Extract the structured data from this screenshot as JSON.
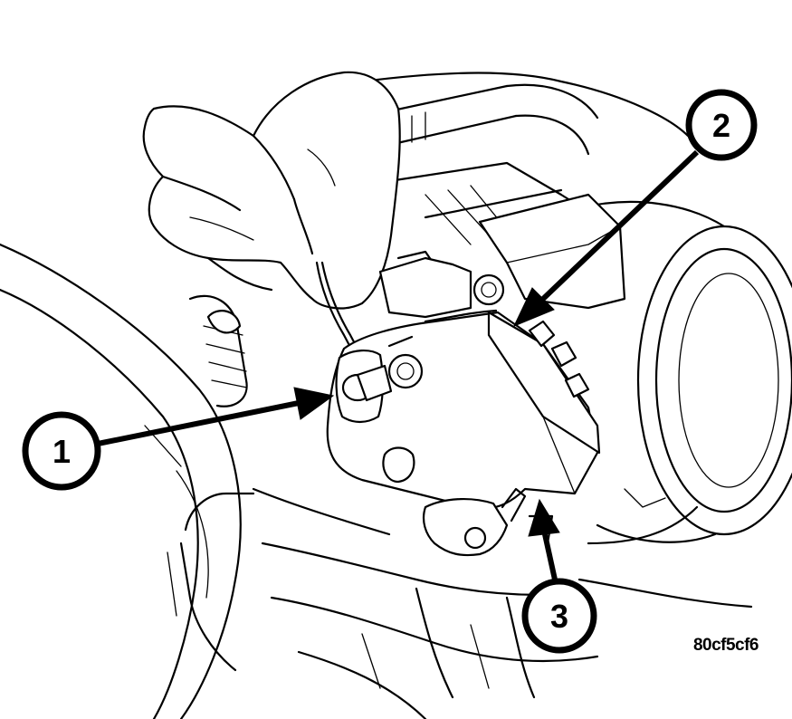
{
  "callouts": [
    {
      "id": "1",
      "label": "1"
    },
    {
      "id": "2",
      "label": "2"
    },
    {
      "id": "3",
      "label": "3"
    }
  ],
  "figure_code": "80cf5cf6",
  "colors": {
    "ink": "#000000",
    "paper": "#ffffff"
  }
}
